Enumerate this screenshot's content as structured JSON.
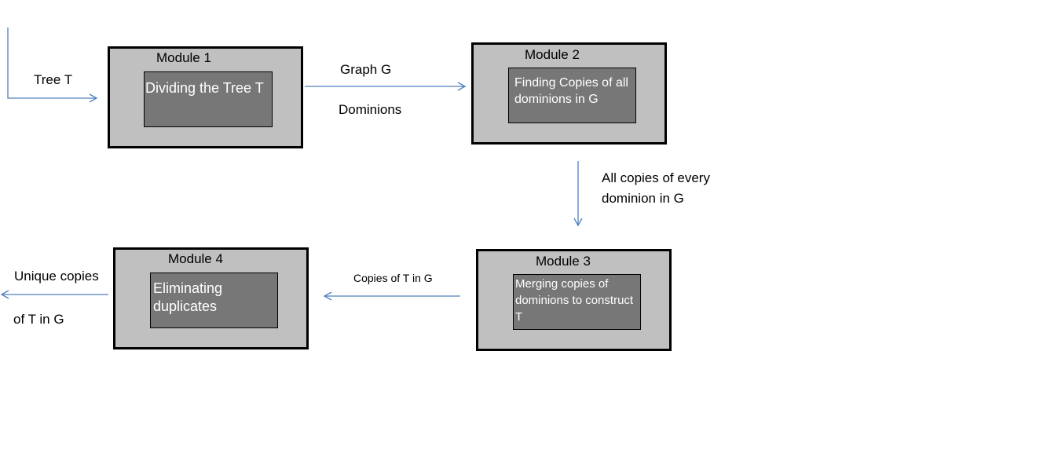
{
  "modules": {
    "m1": {
      "title": "Module 1",
      "text": "Dividing the Tree T"
    },
    "m2": {
      "title": "Module 2",
      "text": "Finding Copies of all dominions in G"
    },
    "m3": {
      "title": "Module 3",
      "text": "Merging copies of dominions to construct  T"
    },
    "m4": {
      "title": "Module 4",
      "text": "Eliminating duplicates"
    }
  },
  "edges": {
    "tree_t": "Tree T",
    "graph_g": "Graph G",
    "dominions": "Dominions",
    "all_copies_line1": "All copies of every",
    "all_copies_line2": "dominion in G",
    "copies_t_in_g": "Copies of T in G",
    "unique_line1": "Unique copies",
    "unique_line2": "of T in G"
  },
  "colors": {
    "module_fill": "#c0c0c0",
    "inner_fill": "#777777",
    "arrow": "#4f81bd"
  }
}
